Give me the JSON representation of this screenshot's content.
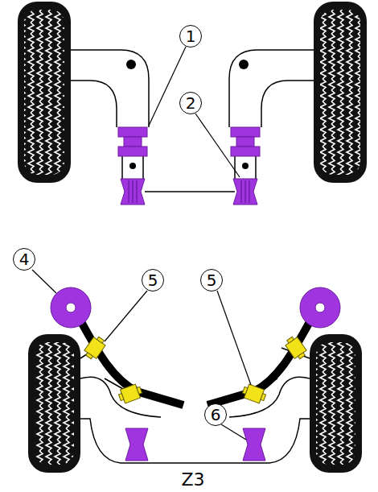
{
  "diagram": {
    "caption": "Z3",
    "nodes": [
      {
        "text": [
          "1"
        ]
      },
      {
        "text": [
          "2"
        ]
      },
      {
        "text": [
          "4"
        ]
      },
      {
        "text": [
          "5"
        ]
      },
      {
        "text": [
          "5"
        ]
      },
      {
        "text": [
          "6"
        ]
      }
    ]
  }
}
